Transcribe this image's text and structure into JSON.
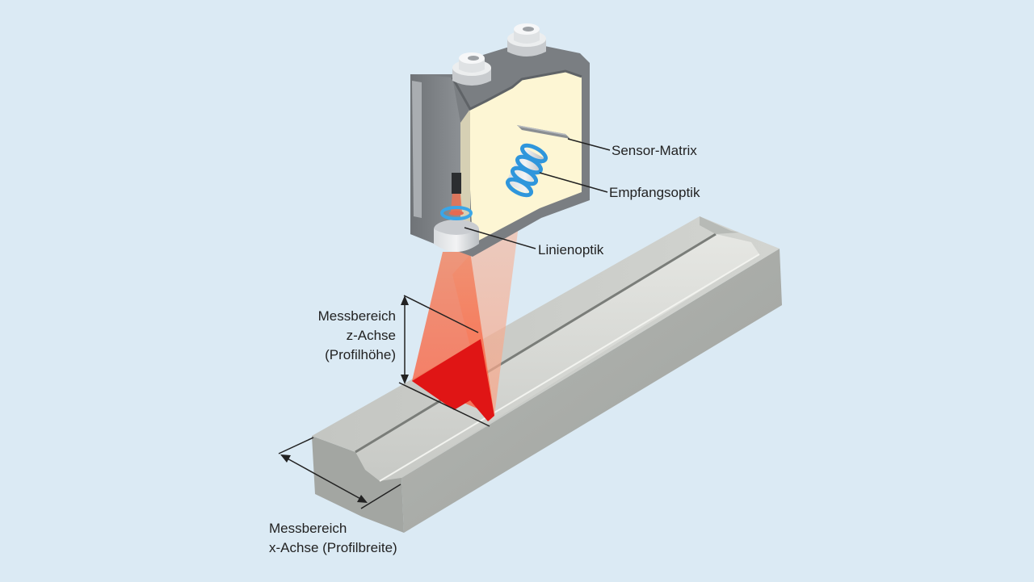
{
  "labels": {
    "sensor_matrix": "Sensor-Matrix",
    "receiving_optics": "Empfangsoptik",
    "line_optics": "Linienoptik",
    "z_range": [
      "Messbereich",
      "z-Achse",
      "(Profilhöhe)"
    ],
    "x_range": [
      "Messbereich",
      "x-Achse (Profilbreite)"
    ]
  },
  "colors": {
    "background": "#dbeaf4",
    "housing_frame": "#7d8185",
    "housing_interior": "#fdf6d6",
    "profile_top": "#c9cbc7",
    "profile_side": "#a9aca8",
    "laser_fan": "#ff7755",
    "laser_line": "#e01010",
    "lens_blue": "#3aa6e8"
  }
}
